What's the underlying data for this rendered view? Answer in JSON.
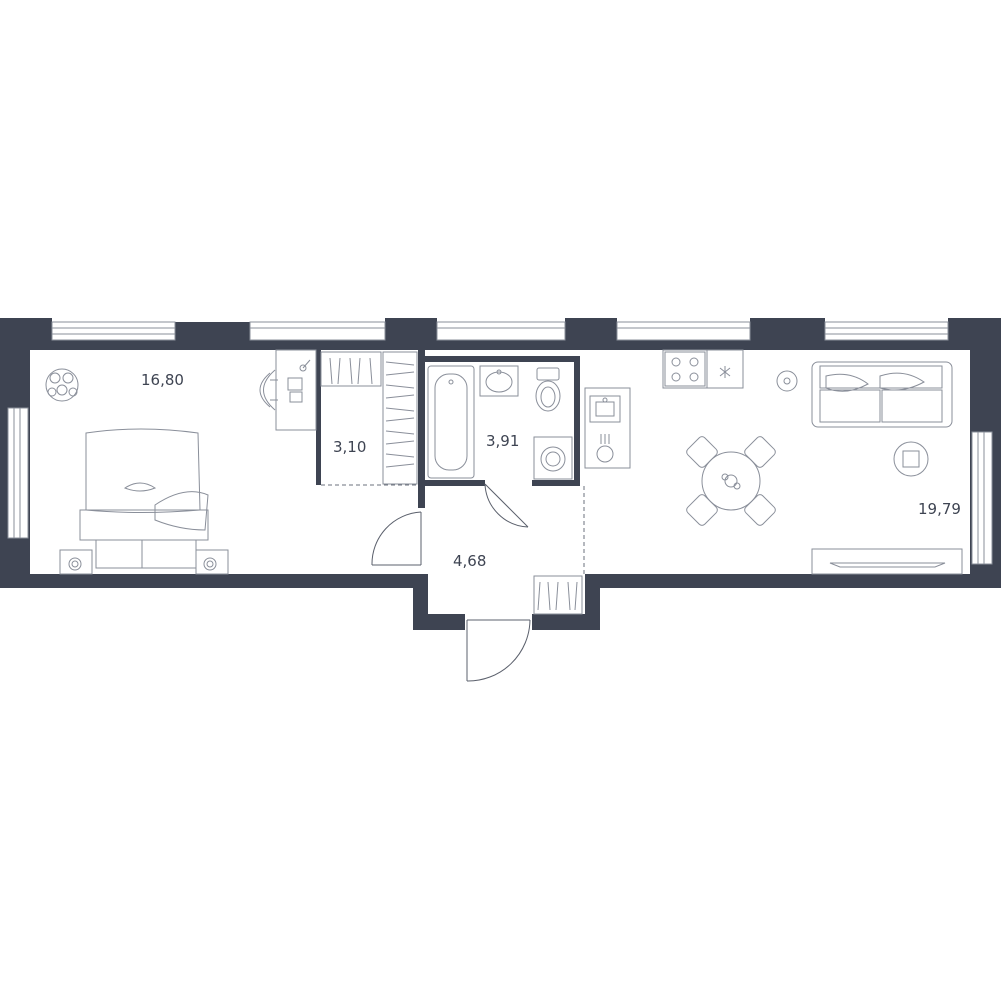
{
  "rooms": {
    "bedroom": {
      "area": "16,80"
    },
    "wardrobe": {
      "area": "3,10"
    },
    "bathroom": {
      "area": "3,91"
    },
    "hallway": {
      "area": "4,68"
    },
    "living_kitchen": {
      "area": "19,79"
    }
  },
  "colors": {
    "wall": "#3e4452",
    "furniture": "#8a8f9a",
    "background": "#ffffff"
  }
}
